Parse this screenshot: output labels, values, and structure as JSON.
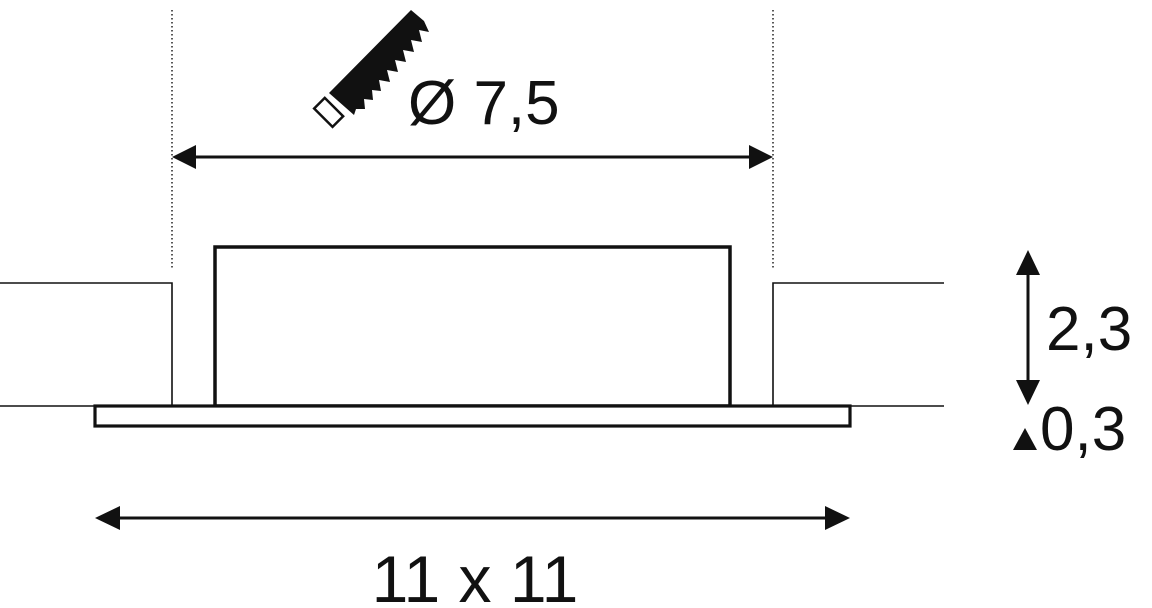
{
  "diagram": {
    "cutout_diameter_label": "Ø 7,5",
    "body_height_label": "2,3",
    "flange_thickness_label": "0,3",
    "flange_size_label": "11 x 11"
  },
  "icons": {
    "cutout_tool": "saw-blade-icon"
  },
  "colors": {
    "line": "#111111",
    "background": "#ffffff"
  }
}
